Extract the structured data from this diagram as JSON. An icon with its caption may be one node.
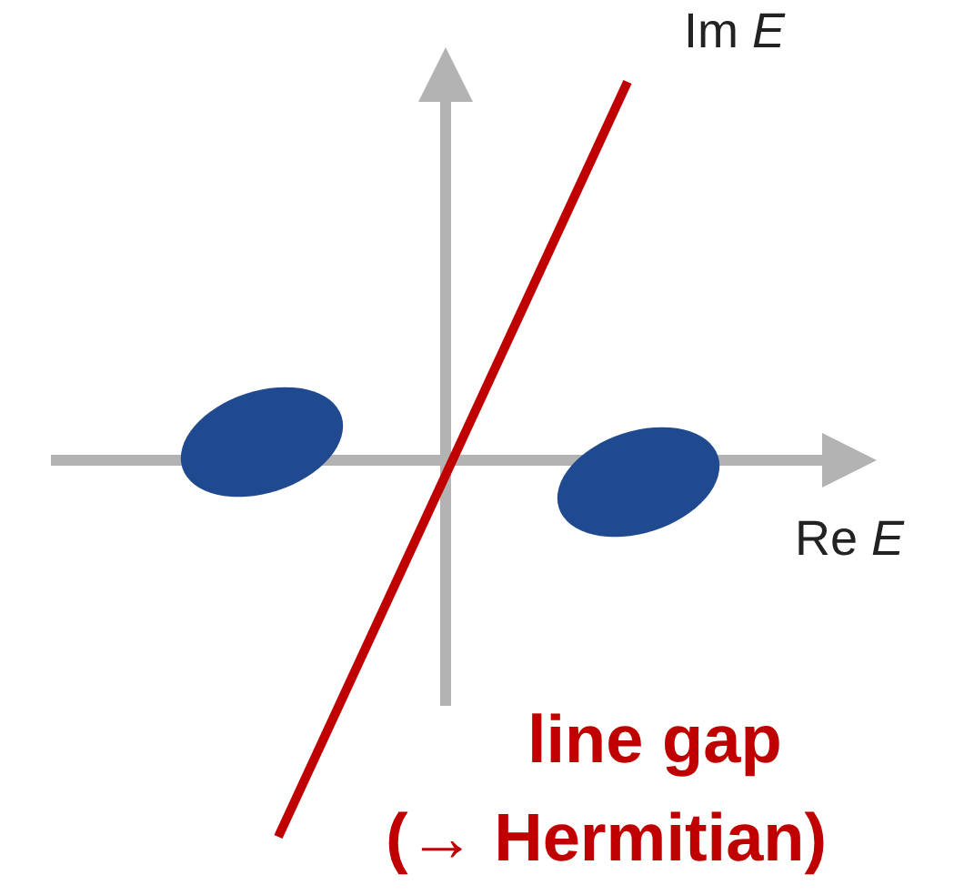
{
  "diagram": {
    "nodes": [
      {
        "text": [],
        "shape": "ellipse"
      },
      {
        "text": [],
        "shape": "ellipse"
      }
    ],
    "labels": [
      "Im *E*",
      "Re *E*",
      "line gap",
      "(→ Hermitian)"
    ]
  }
}
